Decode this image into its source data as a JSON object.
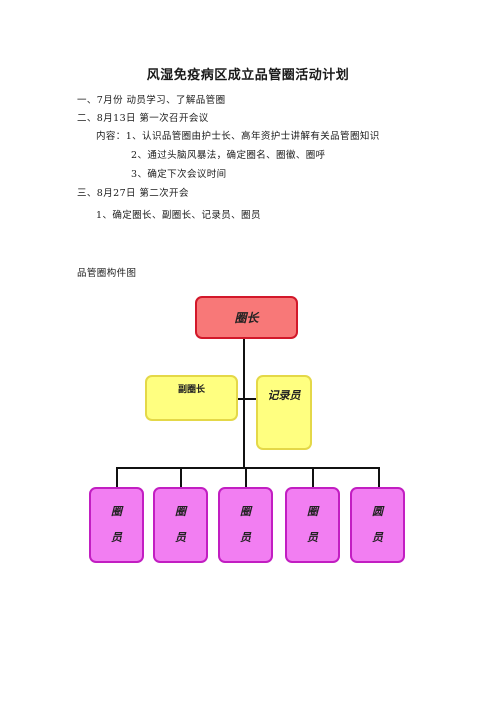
{
  "title": "风湿免疫病区成立品管圈活动计划",
  "plan": [
    "一、7月份   动员学习、了解品管圈",
    "二、8月13日  第一次召开会议",
    "内容：1、认识品管圈由护士长、高年资护士讲解有关品管圈知识",
    "2、通过头脑风暴法，确定圈名、圈徽、圈呼",
    "3、确定下次会议时间",
    "三、8月27日  第二次开会",
    "1、确定圈长、副圈长、记录员、圈员"
  ],
  "chart_caption": "品管圈构件图",
  "org": {
    "chair": "圈长",
    "vice": "副圈长",
    "recorder": "记录员",
    "members": [
      {
        "top": "圈",
        "bottom": "员"
      },
      {
        "top": "圈",
        "bottom": "员"
      },
      {
        "top": "圈",
        "bottom": "员"
      },
      {
        "top": "圈",
        "bottom": "员"
      },
      {
        "top": "圆",
        "bottom": "员"
      }
    ]
  },
  "colors": {
    "chair_fill": "#f87878",
    "assistant_fill": "#ffff80",
    "member_fill": "#f27ef2"
  }
}
